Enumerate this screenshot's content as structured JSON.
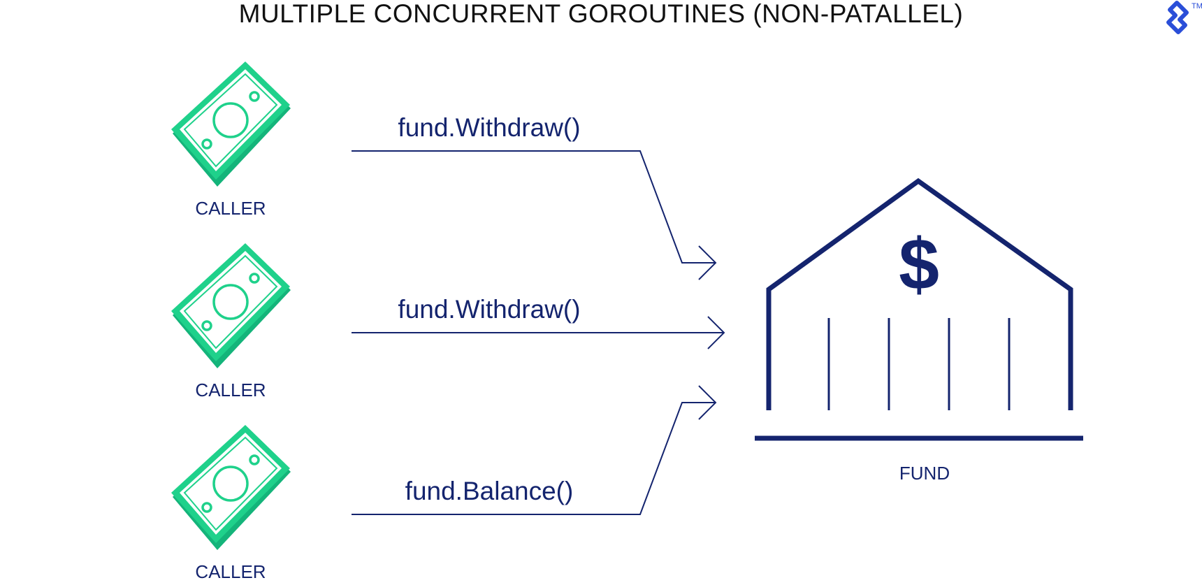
{
  "title": "MULTIPLE CONCURRENT GOROUTINES (NON-PATALLEL)",
  "logo": {
    "icon": "toptal-logo-icon",
    "mark": "TM"
  },
  "colors": {
    "navy": "#14246e",
    "green": "#1fd18b",
    "green_dark": "#14b47a",
    "logo_blue": "#2a4ed8"
  },
  "callers": [
    {
      "label": "CALLER",
      "icon": "money-stack-icon"
    },
    {
      "label": "CALLER",
      "icon": "money-stack-icon"
    },
    {
      "label": "CALLER",
      "icon": "money-stack-icon"
    }
  ],
  "calls": [
    {
      "label": "fund.Withdraw()"
    },
    {
      "label": "fund.Withdraw()"
    },
    {
      "label": "fund.Balance()"
    }
  ],
  "fund": {
    "label": "FUND",
    "symbol": "$",
    "icon": "bank-icon"
  }
}
